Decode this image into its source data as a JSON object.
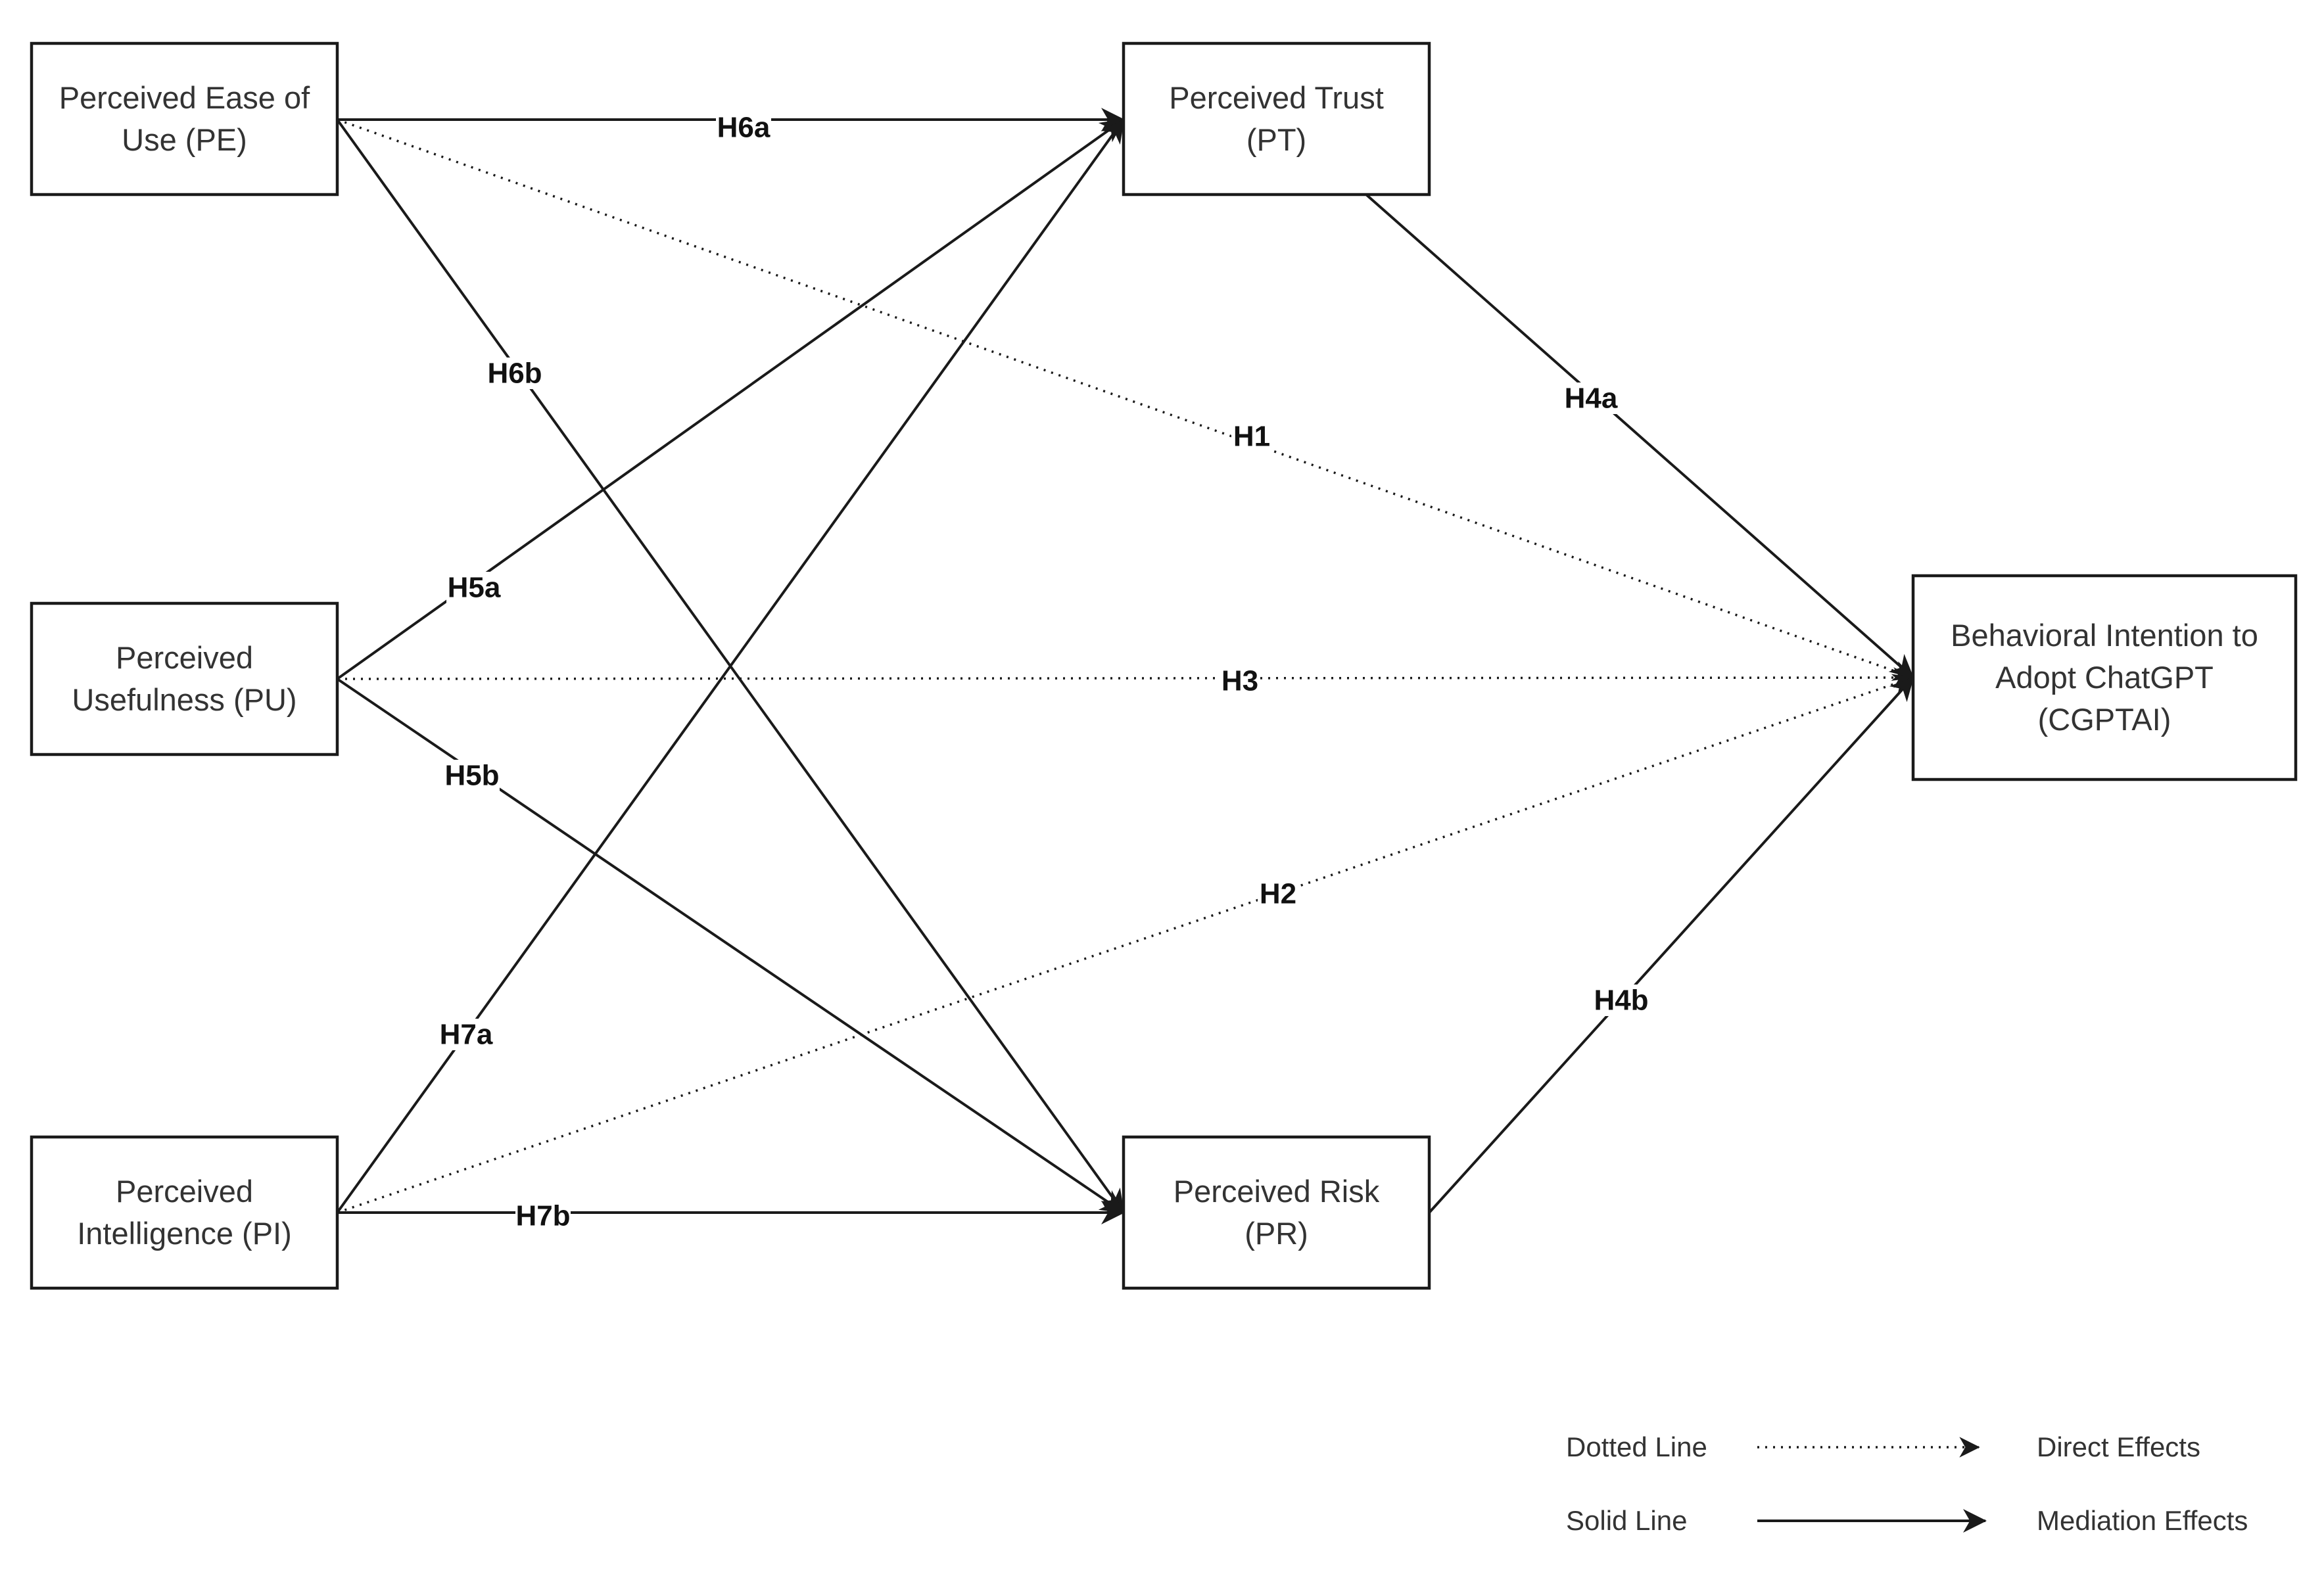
{
  "nodes": [
    {
      "id": "PE",
      "lines": [
        "Perceived Ease of",
        "Use (PE)"
      ]
    },
    {
      "id": "PU",
      "lines": [
        "Perceived",
        "Usefulness (PU)"
      ]
    },
    {
      "id": "PI",
      "lines": [
        "Perceived",
        "Intelligence (PI)"
      ]
    },
    {
      "id": "PT",
      "lines": [
        "Perceived Trust",
        "(PT)"
      ]
    },
    {
      "id": "PR",
      "lines": [
        "Perceived Risk",
        "(PR)"
      ]
    },
    {
      "id": "CGPTAI",
      "lines": [
        "Behavioral Intention to",
        "Adopt ChatGPT",
        "(CGPTAI)"
      ]
    }
  ],
  "edges": [
    {
      "id": "H6a",
      "label": "H6a",
      "from": "PE",
      "to": "PT",
      "style": "solid"
    },
    {
      "id": "H6b",
      "label": "H6b",
      "from": "PE",
      "to": "PR",
      "style": "solid"
    },
    {
      "id": "H1",
      "label": "H1",
      "from": "PE",
      "to": "CGPTAI",
      "style": "dotted"
    },
    {
      "id": "H5a",
      "label": "H5a",
      "from": "PU",
      "to": "PT",
      "style": "solid"
    },
    {
      "id": "H3",
      "label": "H3",
      "from": "PU",
      "to": "CGPTAI",
      "style": "dotted"
    },
    {
      "id": "H5b",
      "label": "H5b",
      "from": "PU",
      "to": "PR",
      "style": "solid"
    },
    {
      "id": "H7a",
      "label": "H7a",
      "from": "PI",
      "to": "PT",
      "style": "solid"
    },
    {
      "id": "H2",
      "label": "H2",
      "from": "PI",
      "to": "CGPTAI",
      "style": "dotted"
    },
    {
      "id": "H7b",
      "label": "H7b",
      "from": "PI",
      "to": "PR",
      "style": "solid"
    },
    {
      "id": "H4a",
      "label": "H4a",
      "from": "PT",
      "to": "CGPTAI",
      "style": "solid"
    },
    {
      "id": "H4b",
      "label": "H4b",
      "from": "PR",
      "to": "CGPTAI",
      "style": "solid"
    }
  ],
  "legend": [
    {
      "line_label": "Dotted Line",
      "style": "dotted",
      "meaning": "Direct Effects"
    },
    {
      "line_label": "Solid Line",
      "style": "solid",
      "meaning": "Mediation Effects"
    }
  ]
}
